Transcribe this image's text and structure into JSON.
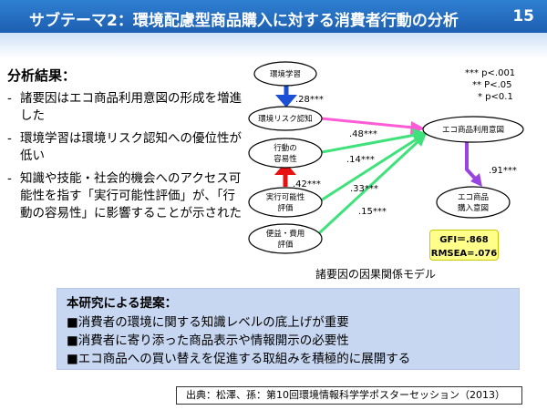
{
  "header": {
    "title": "サブテーマ2：環境配慮型商品購入に対する消費者行動の分析",
    "page_number": "15"
  },
  "results": {
    "heading": "分析結果：",
    "items": [
      "諸要因はエコ商品利用意図の形成を増進した",
      "環境学習は環境リスク認知への優位性が低い",
      "知識や技能・社会的機会へのアクセス可能性を指す「実行可能性評価」が、「行動の容易性」に影響することが示された"
    ]
  },
  "diagram": {
    "nodes": {
      "env_learning": "環境学習",
      "risk_perception": "環境リスク認知",
      "ease_line1": "行動の",
      "ease_line2": "容易性",
      "feasibility_line1": "実行可能性",
      "feasibility_line2": "評価",
      "convenience_line1": "便益・費用",
      "convenience_line2": "評価",
      "intention": "エコ商品利用意図",
      "purchase_line1": "エコ商品",
      "purchase_line2": "購入意図"
    },
    "coefficients": {
      "learning_to_risk": ".28***",
      "risk_to_intention": ".48***",
      "ease_to_intention": ".14***",
      "feasibility_to_ease": ".42***",
      "feasibility_to_intention": ".33***",
      "convenience_to_intention": ".15***",
      "intention_to_purchase": ".91***"
    },
    "significance": [
      "*** p<.001",
      "** P<.05",
      "* p<0.1"
    ],
    "fit": {
      "gfi": "GFI＝.868",
      "rmsea": "RMSEA=.076"
    },
    "caption": "諸要因の因果関係モデル",
    "colors": {
      "blue": "#1a4fd6",
      "magenta": "#ff5bd7",
      "green": "#3fe27a",
      "red": "#e81010",
      "purple": "#9a44e0",
      "fit_bg": "#ffff8a"
    }
  },
  "proposal": {
    "heading": "本研究による提案：",
    "items": [
      "消費者の環境に関する知識レベルの底上げが重要",
      "消費者に寄り添った商品表示や情報開示の必要性",
      "エコ商品への買い替えを促進する取組みを積極的に展開する"
    ]
  },
  "source": "出典：松澤、孫：第10回環境情報科学学ポスターセッション（2013）"
}
